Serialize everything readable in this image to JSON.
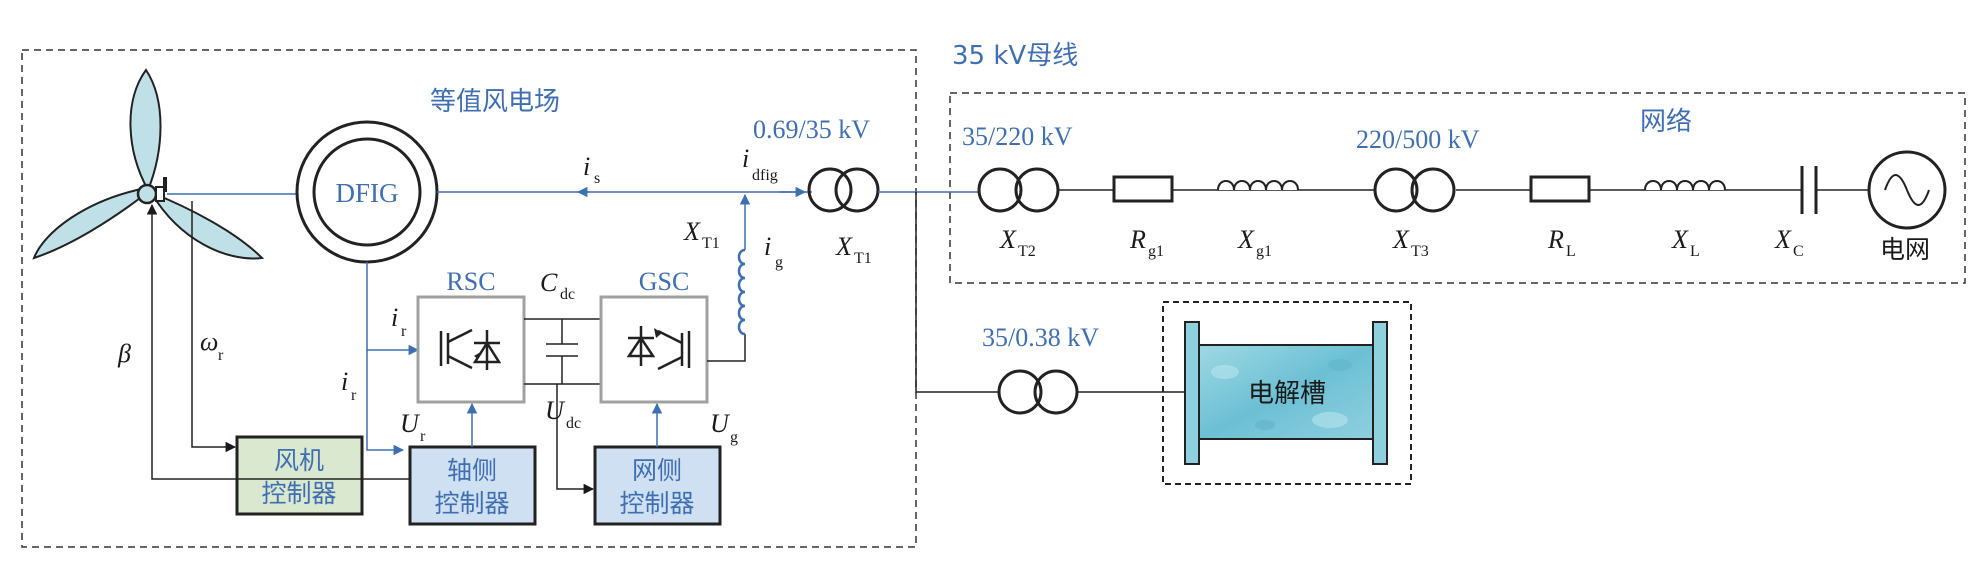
{
  "diagram": {
    "wind_farm_title": "等值风电场",
    "bus_label": "35 kV母线",
    "network_title": "网络",
    "generator_label": "DFIG",
    "rsc_label": "RSC",
    "gsc_label": "GSC",
    "tf1_rating": "0.69/35 kV",
    "tf2_rating": "35/220 kV",
    "tf3_rating": "220/500 kV",
    "tf4_rating": "35/0.38 kV",
    "grid_label": "电网",
    "electrolyzer_label": "电解槽",
    "controllers": {
      "turbine": [
        "风机",
        "控制器"
      ],
      "rotor": [
        "轴侧",
        "控制器"
      ],
      "grid": [
        "网侧",
        "控制器"
      ]
    },
    "symbols": {
      "is": {
        "main": "i",
        "sub": "s"
      },
      "idfig": {
        "main": "i",
        "sub": "dfig"
      },
      "ig": {
        "main": "i",
        "sub": "g"
      },
      "ir1": {
        "main": "i",
        "sub": "r"
      },
      "ir2": {
        "main": "i",
        "sub": "r"
      },
      "xt1_left": {
        "main": "X",
        "sub": "T1"
      },
      "xt1": {
        "main": "X",
        "sub": "T1"
      },
      "cdc": {
        "main": "C",
        "sub": "dc"
      },
      "udc": {
        "main": "U",
        "sub": "dc"
      },
      "ur": {
        "main": "U",
        "sub": "r"
      },
      "ug": {
        "main": "U",
        "sub": "g"
      },
      "beta": {
        "main": "β",
        "sub": ""
      },
      "omega": {
        "main": "ω",
        "sub": "r"
      },
      "xt2": {
        "main": "X",
        "sub": "T2"
      },
      "rg1": {
        "main": "R",
        "sub": "g1"
      },
      "xg1": {
        "main": "X",
        "sub": "g1"
      },
      "xt3": {
        "main": "X",
        "sub": "T3"
      },
      "rl": {
        "main": "R",
        "sub": "L"
      },
      "xl": {
        "main": "X",
        "sub": "L"
      },
      "xc": {
        "main": "X",
        "sub": "C"
      }
    },
    "colors": {
      "accent_blue": "#3f6fb0",
      "controller_green": "#d9e8cf",
      "controller_blue": "#cfe0f2",
      "converter_gray": "#a0a0a0",
      "blade_fill": "#bfe0e6"
    }
  }
}
